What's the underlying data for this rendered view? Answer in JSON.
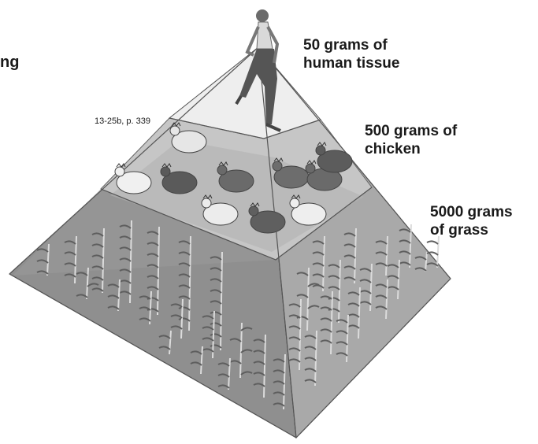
{
  "figure_ref": "13-25b, p. 339",
  "cut_title_fragment": "ng",
  "levels": [
    {
      "label_line1": "50 grams of",
      "label_line2": "human tissue",
      "organism": "human"
    },
    {
      "label_line1": "500 grams of",
      "label_line2": "chicken",
      "organism": "chicken"
    },
    {
      "label_line1": "5000 grams",
      "label_line2": "of grass",
      "organism": "grass"
    }
  ],
  "colors": {
    "face_left": "#8f8f8f",
    "face_right": "#a9a9a9",
    "face_top": "#c9c9c9",
    "band_light": "#efefef",
    "edge": "#555555",
    "plant": "#5e5e5e"
  }
}
